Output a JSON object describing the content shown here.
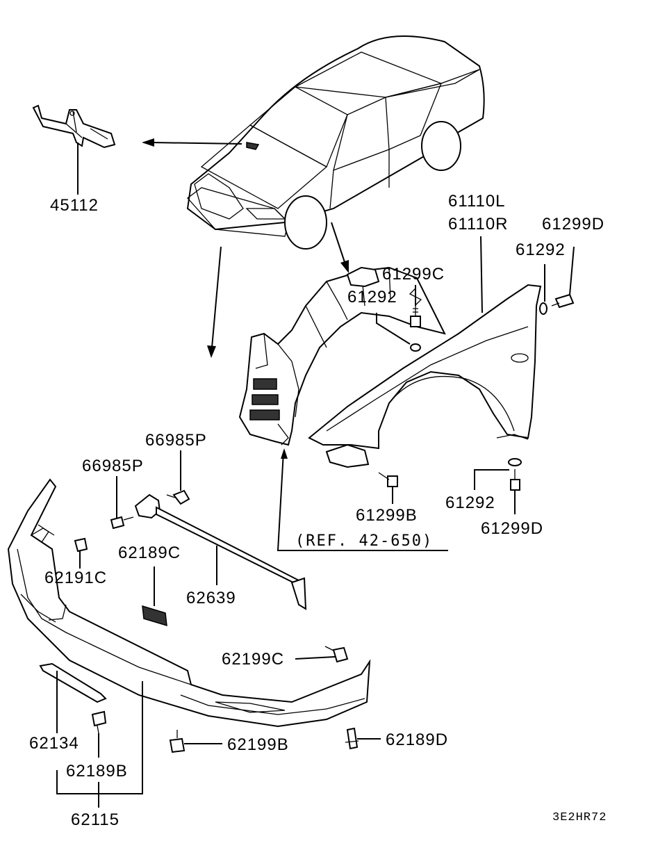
{
  "diagram_code": "3E2HR72",
  "reference_note": "(REF. 42-650)",
  "labels": {
    "bracket": "45112",
    "fender_left": "61110L",
    "fender_right": "61110R",
    "bolt_top_right": "61299D",
    "washer_top_right": "61292",
    "bolt_top_center": "61299C",
    "washer_top_center": "61292",
    "bolt_bottom_center": "61299B",
    "washer_bottom_right": "61292",
    "bolt_bottom_right": "61299D",
    "support_clip_right": "66985P",
    "support_clip_left": "66985P",
    "nut_clip": "62191C",
    "grille_clip": "62189C",
    "support_bar": "62639",
    "bumper_screw_right": "62199C",
    "bumper_screw_bottom": "62199B",
    "bumper_clip_right": "62189D",
    "trim_strip": "62134",
    "bumper_clip_bottom": "62189B",
    "bumper_assembly": "62115"
  }
}
